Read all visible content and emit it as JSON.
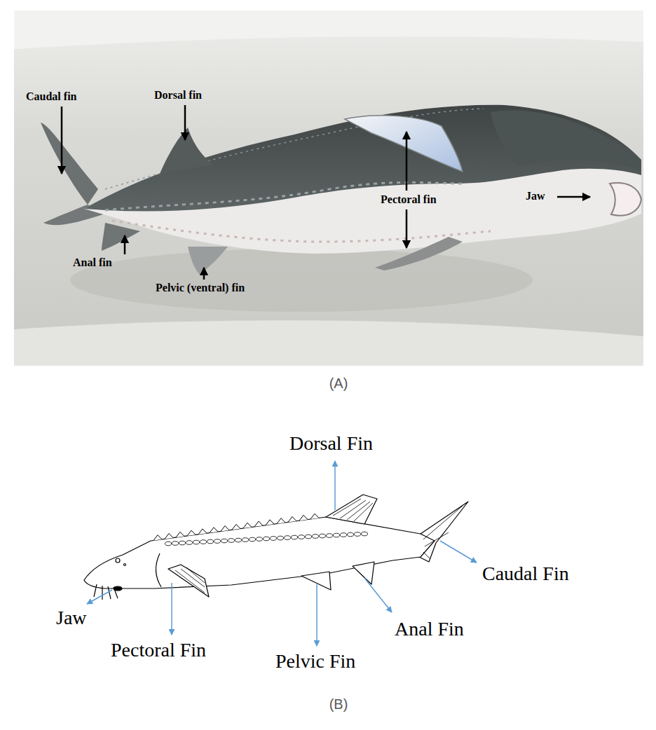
{
  "diagram": {
    "labels": [
      "Caudal fin",
      "Dorsal fin",
      "Pectoral fin",
      "Jaw",
      "Anal fin",
      "Pelvic (ventral) fin",
      "(A)",
      "Dorsal Fin",
      "Caudal Fin",
      "Jaw",
      "Pectoral Fin",
      "Pelvic Fin",
      "Anal Fin",
      "(B)"
    ]
  }
}
